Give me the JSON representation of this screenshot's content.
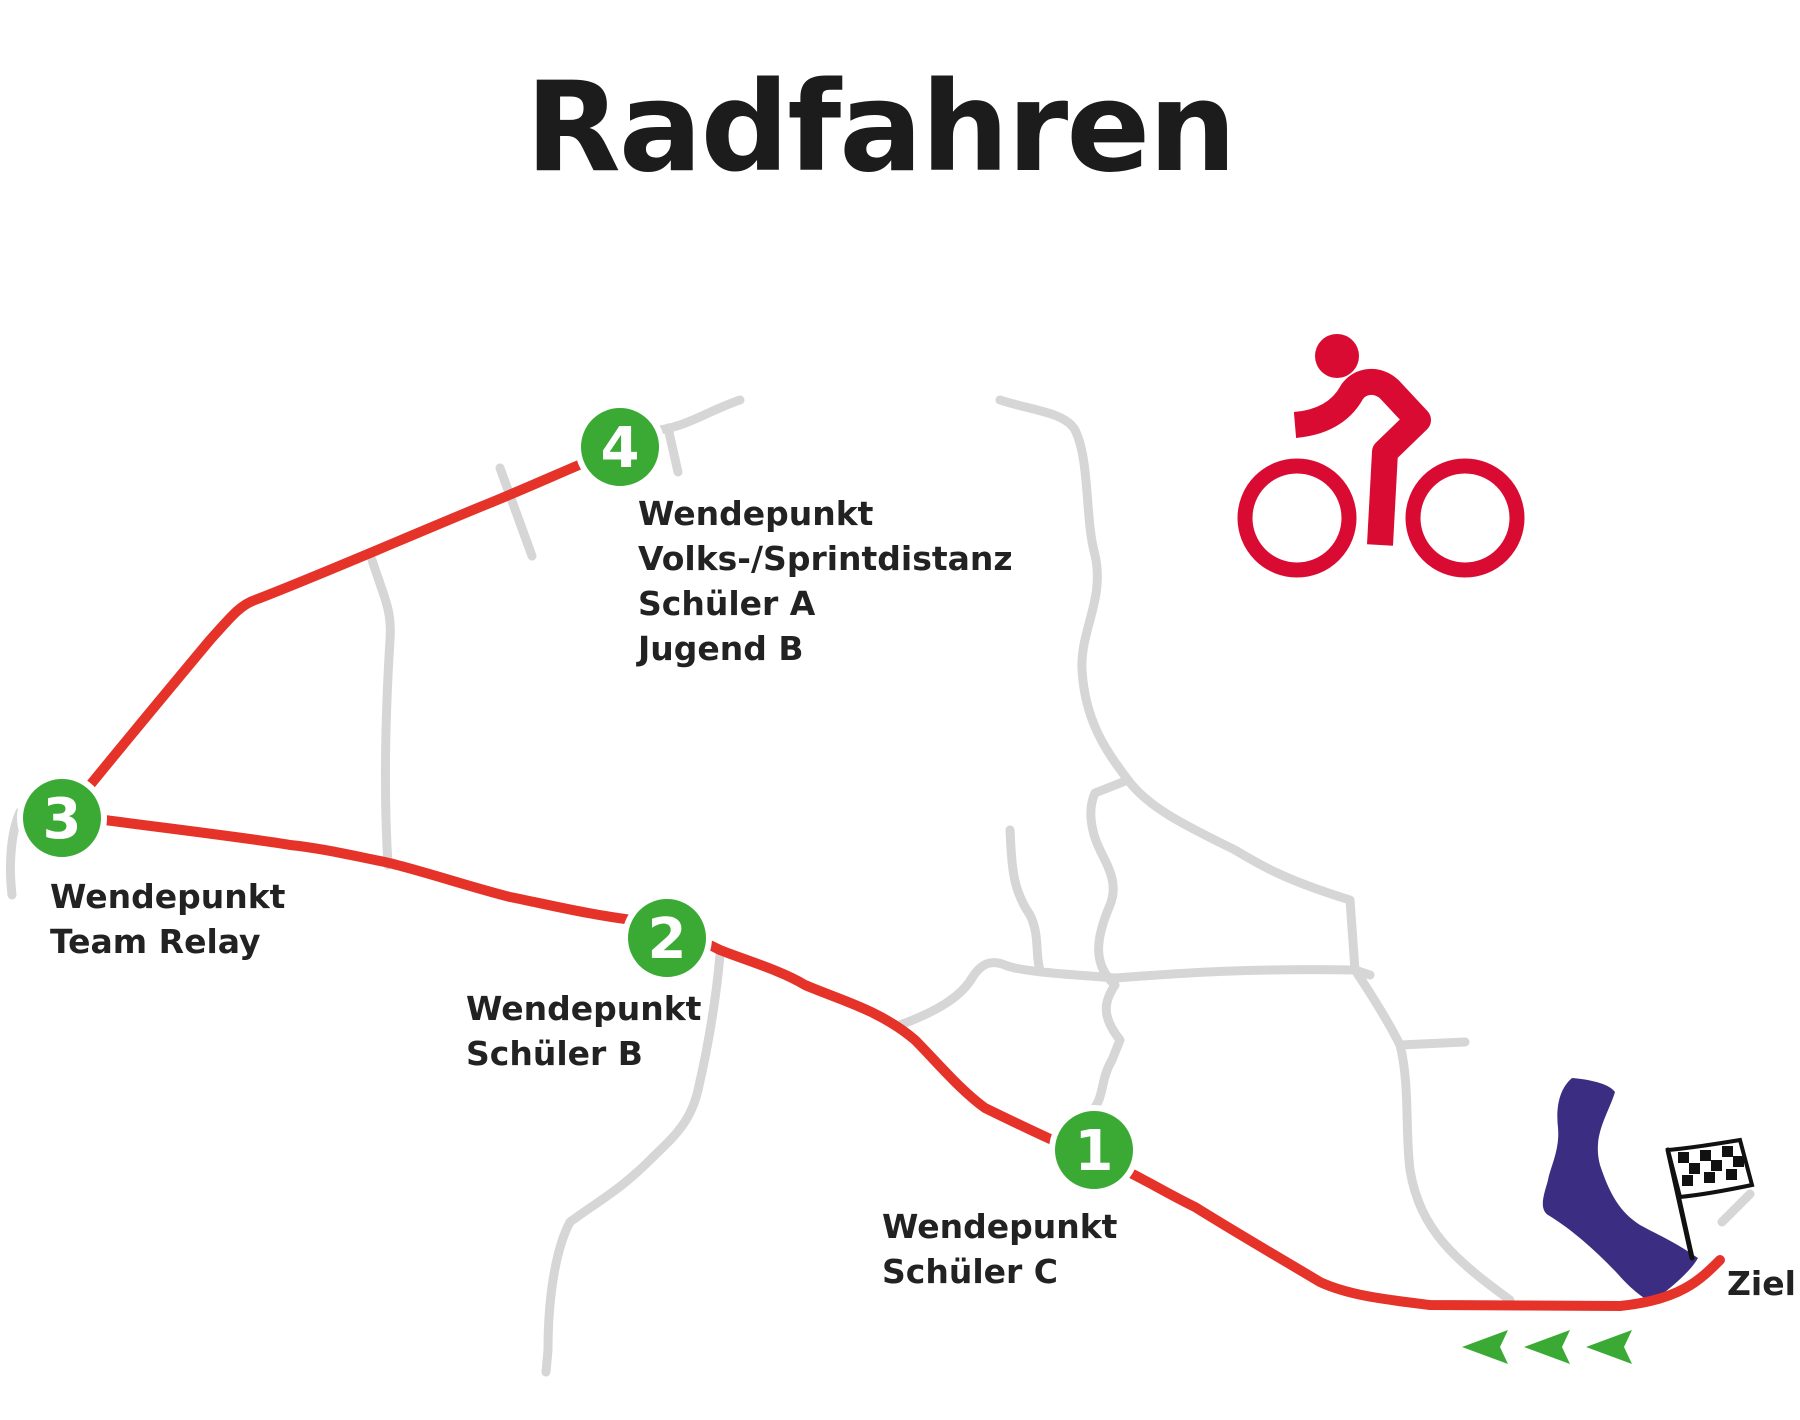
{
  "title": "Radfahren",
  "colors": {
    "route": "#e5332a",
    "waypoint": "#3aaa35",
    "waypoint_border": "#ffffff",
    "road": "#d6d6d6",
    "lake": "#3b2d82",
    "cyclist_icon": "#d90b32",
    "direction_arrows": "#3aaa35",
    "text": "#222222"
  },
  "icons": {
    "cyclist": "cyclist-icon",
    "finish": "checkered-flag-icon",
    "direction": "chevron-left-arrows"
  },
  "waypoints": [
    {
      "number": "1",
      "lines": [
        "Wendepunkt",
        "Schüler C"
      ]
    },
    {
      "number": "2",
      "lines": [
        "Wendepunkt",
        "Schüler B"
      ]
    },
    {
      "number": "3",
      "lines": [
        "Wendepunkt",
        "Team Relay"
      ]
    },
    {
      "number": "4",
      "lines": [
        "Wendepunkt",
        "Volks-/Sprintdistanz",
        "Schüler A",
        "Jugend B"
      ]
    }
  ],
  "finish": {
    "label": "Ziel"
  }
}
